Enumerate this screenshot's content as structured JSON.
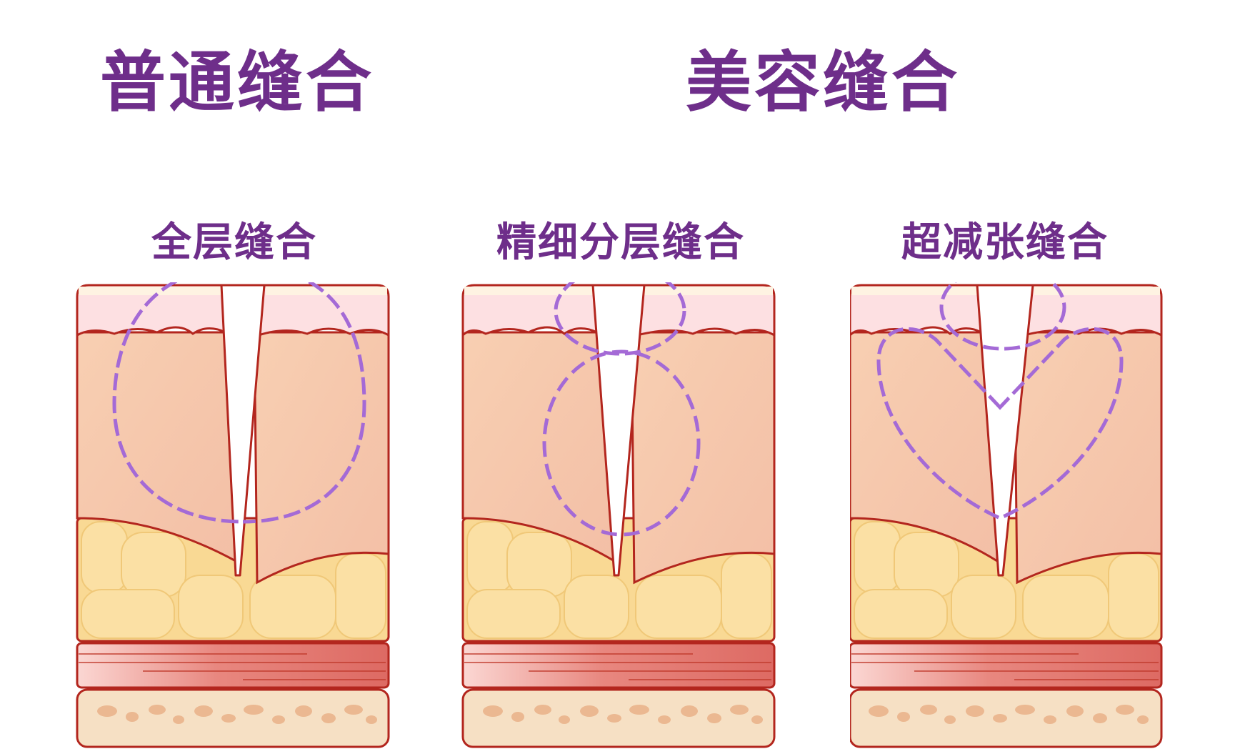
{
  "headings": {
    "normal": "普通缝合",
    "cosmetic": "美容缝合"
  },
  "panels": [
    {
      "label": "全层缝合",
      "suture": "single large loop spanning full depth"
    },
    {
      "label": "精细分层缝合",
      "suture": "two stacked loops (superficial + deep)"
    },
    {
      "label": "超减张缝合",
      "suture": "superficial loop + heart-shaped tension-reducing loop"
    }
  ],
  "layers": [
    "epidermis",
    "dermis",
    "subcutaneous fat",
    "muscle",
    "bone"
  ],
  "colors": {
    "title": "#6e2e8a",
    "suture": "#a46ad6",
    "outline": "#b3261e",
    "epidermis": "#fde0e2",
    "dermis": "#f6c8ac",
    "fat": "#f9d994",
    "muscle": "#e0716b",
    "bone": "#f6e0c4"
  }
}
